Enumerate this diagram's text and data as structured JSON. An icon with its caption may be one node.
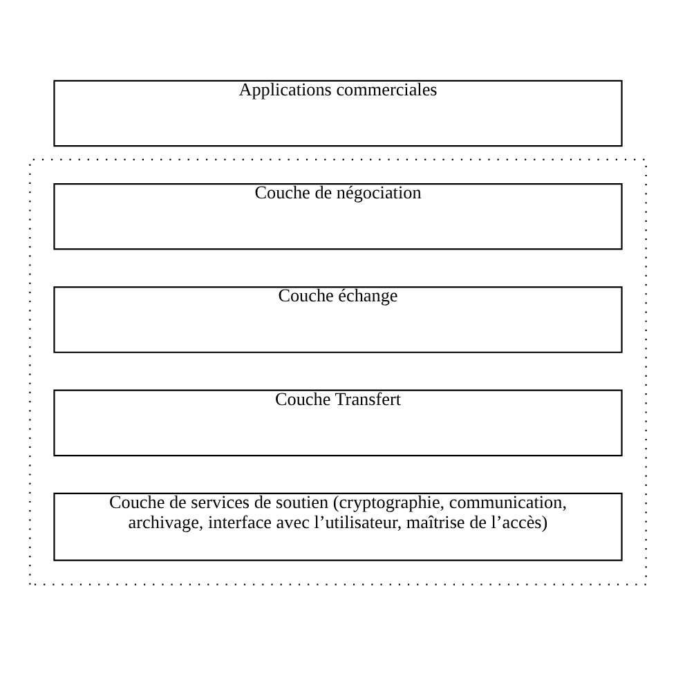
{
  "diagram": {
    "nodes": [
      {
        "text": [
          "Applications commerciales"
        ]
      },
      {
        "text": [],
        "shape": "box"
      },
      {
        "text": [
          "Couche de négociation"
        ],
        "in": 1
      },
      {
        "text": [
          "Couche échange"
        ],
        "in": 1
      },
      {
        "text": [
          "Couche Transfert"
        ],
        "in": 1
      },
      {
        "text": [
          "Couche de services de soutien (cryptographie, communication, archivage, interface avec l’utilisateur, maîtrise de l’accès)"
        ],
        "in": 1
      }
    ]
  }
}
